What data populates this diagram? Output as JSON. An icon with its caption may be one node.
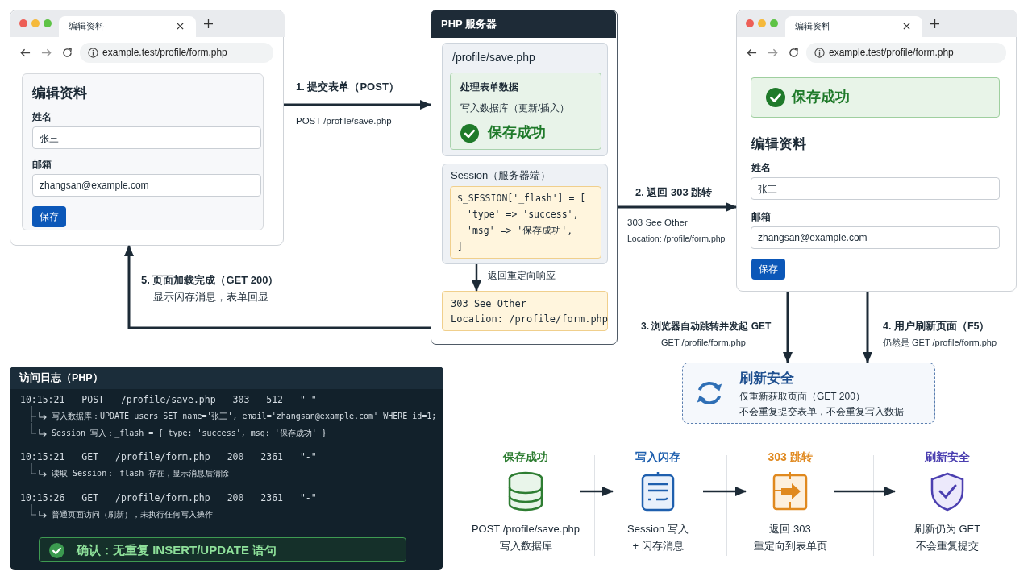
{
  "diagram": {
    "nodes": [
      {
        "text": [
          "编辑资料",
          "example.test/profile/form.php"
        ]
      },
      {
        "text": [
          "编辑资料",
          "姓名",
          "邮箱"
        ],
        "in": 0
      },
      {
        "text": [
          "张三"
        ],
        "in": 1
      },
      {
        "text": [
          "zhangsan@example.com"
        ],
        "in": 1
      },
      {
        "text": [
          "保存"
        ],
        "in": 1
      },
      {
        "text": [
          "PHP 服务器"
        ]
      },
      {
        "text": [
          "/profile/save.php"
        ],
        "in": 5
      },
      {
        "text": [
          "处理表单数据",
          "写入数据库（更新/插入）",
          "保存成功"
        ],
        "in": 6
      },
      {
        "text": [
          "Session（服务器端）"
        ],
        "in": 5
      },
      {
        "text": [
          "$_SESSION['_flash'] = [",
          "'type' => 'success',",
          "'msg' => '保存成功',",
          "]"
        ],
        "in": 8
      },
      {
        "text": [
          "303 See Other",
          "Location: /profile/form.php"
        ],
        "in": 5
      },
      {
        "text": [
          "编辑资料",
          "example.test/profile/form.php",
          "编辑资料",
          "姓名",
          "邮箱"
        ]
      },
      {
        "text": [
          "保存成功"
        ],
        "in": 11
      },
      {
        "text": [
          "张三"
        ],
        "in": 11
      },
      {
        "text": [
          "zhangsan@example.com"
        ],
        "in": 11
      },
      {
        "text": [
          "保存"
        ],
        "in": 11
      },
      {
        "text": [
          "刷新安全",
          "仅重新获取页面（GET 200）",
          "不会重复提交表单，不会重复写入数据"
        ]
      },
      {
        "text": [
          "访问日志（PHP）",
          "10:15:21 POST /profile/save.php 303 512 \"-\"",
          "写入数据库：UPDATE users SET name='张三', email='zhangsan@example.com' WHERE id=1;",
          "Session 写入：_flash = { type: 'success', msg: '保存成功' }",
          "10:15:21 GET /profile/form.php 200 2361 \"-\"",
          "读取 Session：_flash 存在，显示消息后清除",
          "10:15:26 GET /profile/form.php 200 2361 \"-\"",
          "普通页面访问（刷新），未执行任何写入操作"
        ]
      },
      {
        "text": [
          "确认：无重复 INSERT/UPDATE 语句"
        ],
        "in": 17
      },
      {
        "text": [
          "保存成功",
          "POST /profile/save.php",
          "写入数据库"
        ]
      },
      {
        "text": [
          "写入闪存",
          "Session 写入",
          "+ 闪存消息"
        ]
      },
      {
        "text": [
          "303 跳转",
          "返回 303",
          "重定向到表单页"
        ]
      },
      {
        "text": [
          "刷新安全",
          "刷新仍为 GET",
          "不会重复提交"
        ]
      }
    ],
    "edges": [
      {
        "from": 0,
        "to": 5,
        "arrow": "to",
        "label": "1. 提交表单（POST）"
      },
      {
        "from": 5,
        "to": 11,
        "arrow": "to",
        "label": "2. 返回 303 跳转"
      },
      {
        "from": 11,
        "to": 16,
        "arrow": "to",
        "label": "3. 浏览器自动跳转并发起 GET"
      },
      {
        "from": 11,
        "to": 16,
        "arrow": "to",
        "label": "4. 用户刷新页面（F5）"
      },
      {
        "from": 5,
        "to": 0,
        "arrow": "to",
        "label": "5. 页面加载完成（GET 200）"
      },
      {
        "from": 8,
        "to": 10,
        "arrow": "to",
        "label": "返回重定向响应"
      },
      {
        "from": 19,
        "to": 20,
        "arrow": "to"
      },
      {
        "from": 20,
        "to": 21,
        "arrow": "to"
      },
      {
        "from": 21,
        "to": 22,
        "arrow": "to"
      }
    ],
    "labels": [
      "POST /profile/save.php",
      "303 See Other",
      "Location: /profile/form.php",
      "GET /profile/form.php",
      "仍然是 GET /profile/form.php",
      "显示闪存消息，表单回显"
    ]
  }
}
